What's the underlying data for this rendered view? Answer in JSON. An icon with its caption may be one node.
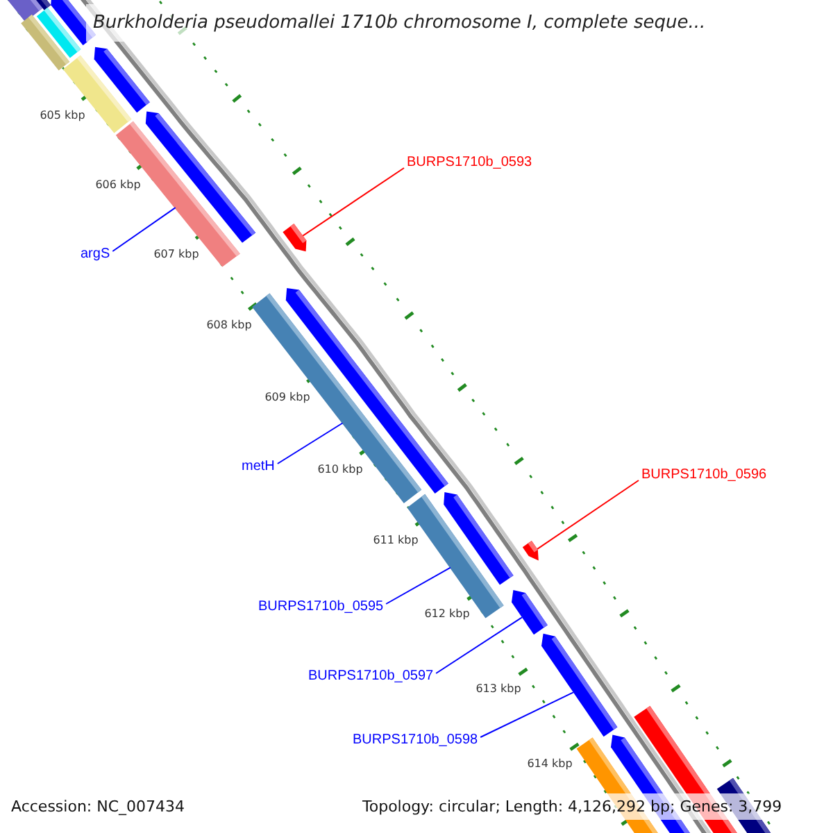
{
  "diagram": {
    "title": "Burkholderia pseudomallei 1710b chromosome I, complete seque...",
    "nodes": [
      {
        "text": [
          "BURPS1710b_0593"
        ]
      },
      {
        "text": [],
        "shape": "bar"
      },
      {
        "text": [
          "argS"
        ]
      },
      {
        "text": [],
        "shape": "bar"
      },
      {
        "text": [
          "metH"
        ]
      },
      {
        "text": [],
        "shape": "bar"
      },
      {
        "text": [
          "BURPS1710b_0596"
        ]
      },
      {
        "text": [],
        "shape": "bar"
      },
      {
        "text": [
          "BURPS1710b_0595"
        ]
      },
      {
        "text": [],
        "shape": "bar"
      },
      {
        "text": [
          "BURPS1710b_0597"
        ]
      },
      {
        "text": [],
        "shape": "bar"
      },
      {
        "text": [
          "BURPS1710b_0598"
        ]
      },
      {
        "text": [],
        "shape": "bar"
      }
    ],
    "edges": [
      {
        "from": 0,
        "to": 1,
        "arrow": "none",
        "color": "#ff0000"
      },
      {
        "from": 2,
        "to": 3,
        "arrow": "none"
      },
      {
        "from": 4,
        "to": 5,
        "arrow": "none"
      },
      {
        "from": 6,
        "to": 7,
        "arrow": "none",
        "color": "#ff0000"
      },
      {
        "from": 8,
        "to": 9,
        "arrow": "none"
      },
      {
        "from": 10,
        "to": 11,
        "arrow": "none"
      },
      {
        "from": 12,
        "to": 13,
        "arrow": "none"
      }
    ],
    "labels": [
      "605 kbp",
      "606 kbp",
      "607 kbp",
      "608 kbp",
      "609 kbp",
      "610 kbp",
      "611 kbp",
      "612 kbp",
      "613 kbp",
      "614 kbp",
      "Accession: NC_007434",
      "Topology: circular; Length: 4,126,292 bp; Genes: 3,799"
    ]
  }
}
